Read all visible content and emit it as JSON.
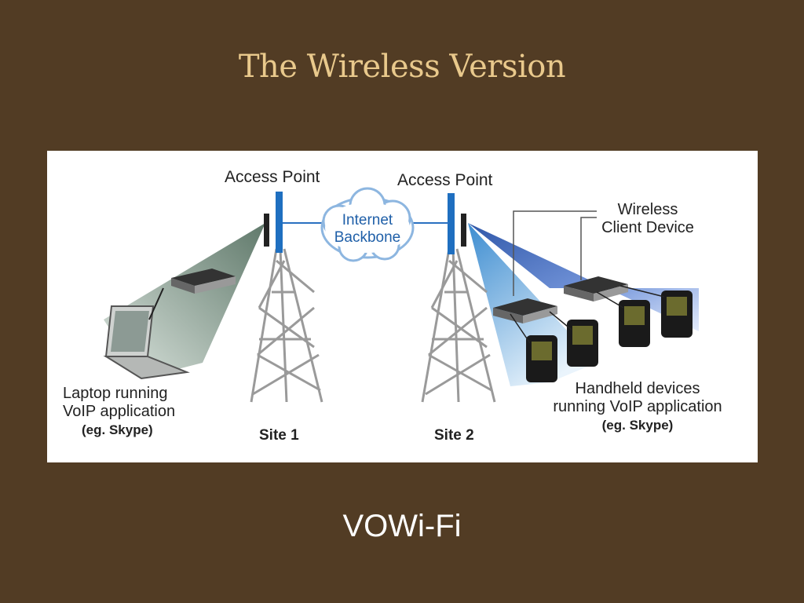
{
  "slide": {
    "title": "The Wireless Version",
    "footer": "VOWi-Fi"
  },
  "diagram": {
    "access_point_left": "Access Point",
    "access_point_right": "Access Point",
    "cloud_line1": "Internet",
    "cloud_line2": "Backbone",
    "wireless_client_line1": "Wireless",
    "wireless_client_line2": "Client Device",
    "laptop_line1": "Laptop running",
    "laptop_line2": "VoIP application",
    "laptop_line3": "(eg. Skype)",
    "site1": "Site 1",
    "site2": "Site 2",
    "handheld_line1": "Handheld devices",
    "handheld_line2": "running VoIP application",
    "handheld_line3": "(eg. Skype)"
  },
  "colors": {
    "background": "#523c24",
    "title": "#e9c98c",
    "footer": "#ffffff",
    "cloud_text": "#1f5fa8",
    "antenna_blue": "#1f6fc0"
  },
  "icons": [
    "tower-icon",
    "antenna-icon",
    "cloud-icon",
    "laptop-icon",
    "router-icon",
    "handheld-icon"
  ]
}
